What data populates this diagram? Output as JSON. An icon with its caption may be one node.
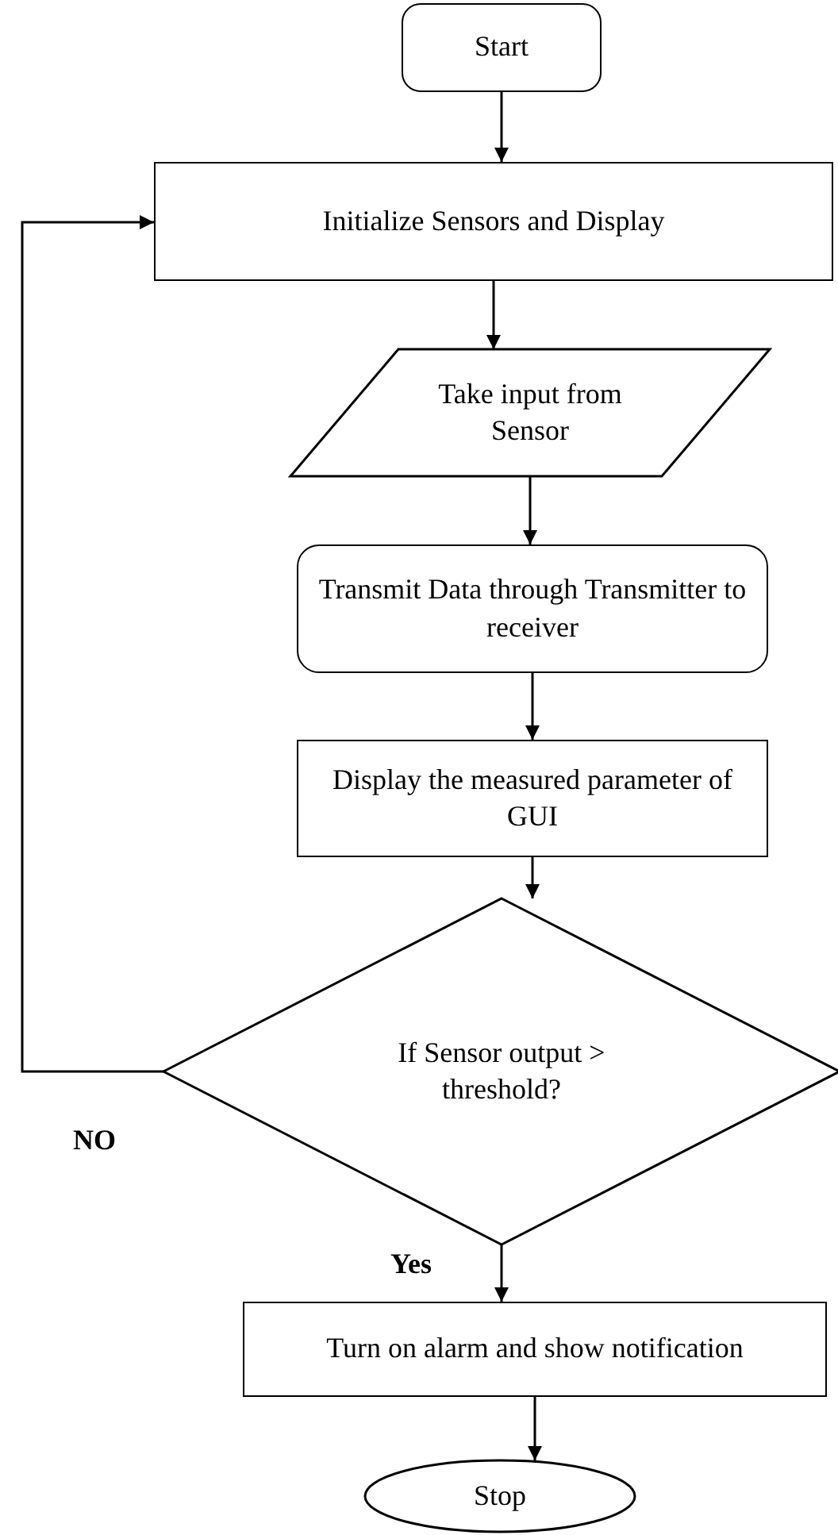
{
  "diagram": {
    "nodes": [
      {
        "text": [
          "Start"
        ]
      },
      {
        "text": [
          "Initialize Sensors and Display"
        ]
      },
      {
        "text": [
          "Take input from Sensor"
        ]
      },
      {
        "text": [
          "Transmit Data through Transmitter to receiver"
        ]
      },
      {
        "text": [
          "Display the measured parameter of GUI"
        ]
      },
      {
        "text": [
          "If Sensor output > threshold?"
        ]
      },
      {
        "text": [
          "Turn on alarm and show notification"
        ]
      },
      {
        "text": [
          "Stop"
        ]
      }
    ],
    "edges": [
      {
        "from": 0,
        "to": 1,
        "arrow": "to"
      },
      {
        "from": 1,
        "to": 2,
        "arrow": "to"
      },
      {
        "from": 2,
        "to": 3,
        "arrow": "to"
      },
      {
        "from": 3,
        "to": 4,
        "arrow": "to"
      },
      {
        "from": 4,
        "to": 5,
        "arrow": "to"
      },
      {
        "from": 5,
        "to": 6,
        "arrow": "to",
        "label": "Yes"
      },
      {
        "from": 6,
        "to": 7,
        "arrow": "to"
      },
      {
        "from": 5,
        "to": 1,
        "arrow": "to",
        "label": "NO"
      }
    ]
  }
}
